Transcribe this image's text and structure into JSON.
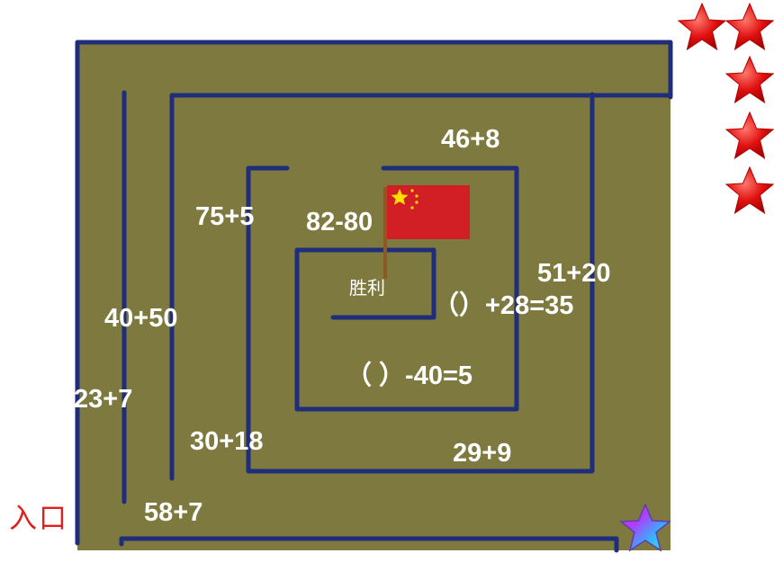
{
  "maze": {
    "entrance_label": "入口",
    "goal_label": "胜利",
    "wall_color": "#1f2d7a",
    "floor_color": "#7e7a3f",
    "flag_color": "#d21f26",
    "flag_star_color": "#ffde00",
    "exit_star_icon": "rainbow-star-icon",
    "reward_star_icon": "red-star-icon",
    "reward_star_count": 5,
    "expressions": [
      "46+8",
      "75+5",
      "82-80",
      "51+20",
      "（）+28=35",
      "40+50",
      "（  ）-40=5",
      "23+7",
      "30+18",
      "29+9",
      "58+7"
    ]
  }
}
